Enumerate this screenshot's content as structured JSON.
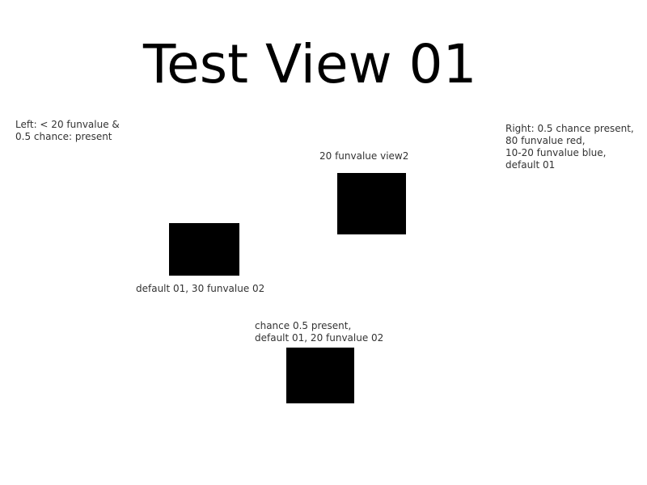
{
  "title": "Test View 01",
  "notes": {
    "left": "Left: < 20 funvalue &\n0.5 chance: present",
    "right": "Right: 0.5 chance present,\n80 funvalue red,\n10-20 funvalue blue,\ndefault 01"
  },
  "captions": {
    "view2": "20 funvalue view2",
    "lower_left": "default 01, 30 funvalue 02",
    "bottom": "chance 0.5 present,\ndefault 01, 20 funvalue 02"
  },
  "colors": {
    "block": "#000000",
    "background": "#ffffff"
  }
}
